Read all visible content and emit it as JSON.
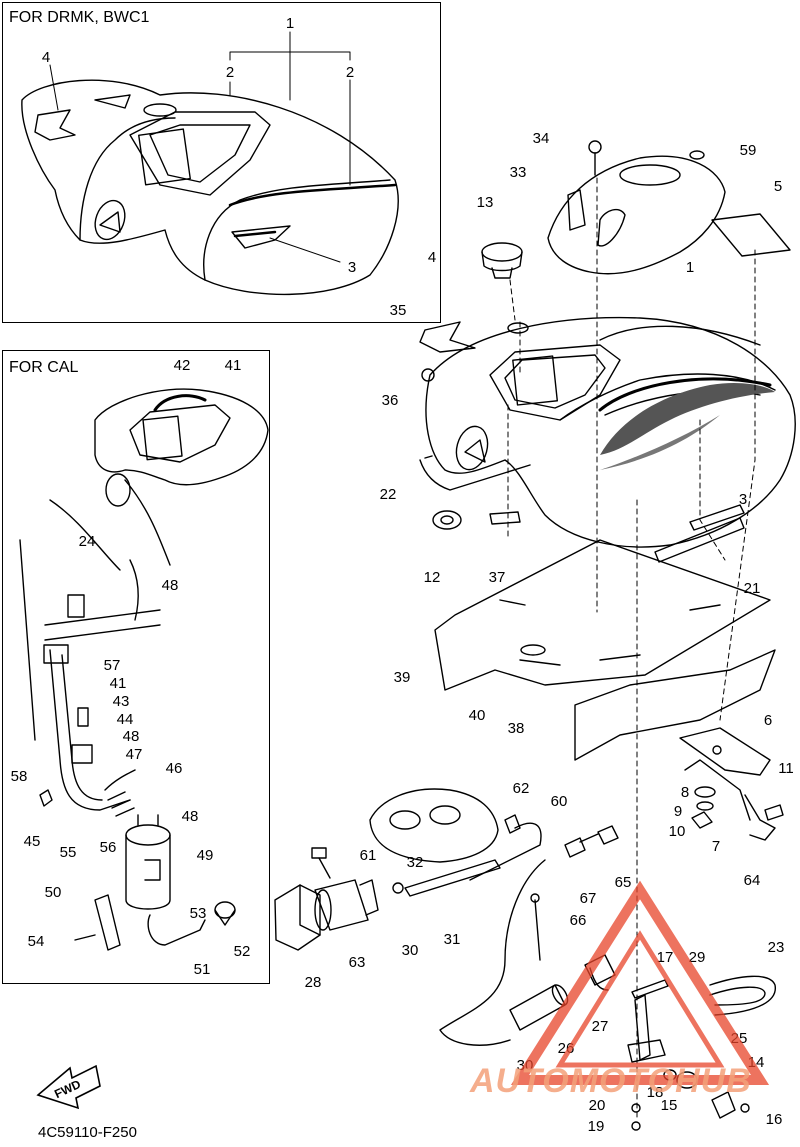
{
  "panels": {
    "drmk": "FOR DRMK, BWC1",
    "cal": "FOR CAL"
  },
  "fwd_label": "FWD",
  "footer_code": "4C59110-F250",
  "watermark": {
    "text": "AUTOMOTOHUB",
    "color": "#e8452a"
  },
  "callouts": [
    {
      "id": "c1",
      "text": "1"
    },
    {
      "id": "c2a",
      "text": "2"
    },
    {
      "id": "c2b",
      "text": "2"
    },
    {
      "id": "c4a",
      "text": "4"
    },
    {
      "id": "c3a",
      "text": "3"
    },
    {
      "id": "c34",
      "text": "34"
    },
    {
      "id": "c59",
      "text": "59"
    },
    {
      "id": "c33",
      "text": "33"
    },
    {
      "id": "c5",
      "text": "5"
    },
    {
      "id": "c13",
      "text": "13"
    },
    {
      "id": "c4b",
      "text": "4"
    },
    {
      "id": "c1b",
      "text": "1"
    },
    {
      "id": "c35",
      "text": "35"
    },
    {
      "id": "c36",
      "text": "36"
    },
    {
      "id": "c22",
      "text": "22"
    },
    {
      "id": "c3b",
      "text": "3"
    },
    {
      "id": "c12",
      "text": "12"
    },
    {
      "id": "c37",
      "text": "37"
    },
    {
      "id": "c21",
      "text": "21"
    },
    {
      "id": "c39",
      "text": "39"
    },
    {
      "id": "c40",
      "text": "40"
    },
    {
      "id": "c38",
      "text": "38"
    },
    {
      "id": "c6",
      "text": "6"
    },
    {
      "id": "c8",
      "text": "8"
    },
    {
      "id": "c11",
      "text": "11"
    },
    {
      "id": "c9",
      "text": "9"
    },
    {
      "id": "c10",
      "text": "10"
    },
    {
      "id": "c7",
      "text": "7"
    },
    {
      "id": "c64",
      "text": "64"
    },
    {
      "id": "c62",
      "text": "62"
    },
    {
      "id": "c60",
      "text": "60"
    },
    {
      "id": "c61",
      "text": "61"
    },
    {
      "id": "c32",
      "text": "32"
    },
    {
      "id": "c67",
      "text": "67"
    },
    {
      "id": "c65",
      "text": "65"
    },
    {
      "id": "c66",
      "text": "66"
    },
    {
      "id": "c28",
      "text": "28"
    },
    {
      "id": "c63",
      "text": "63"
    },
    {
      "id": "c30a",
      "text": "30"
    },
    {
      "id": "c31",
      "text": "31"
    },
    {
      "id": "c23",
      "text": "23"
    },
    {
      "id": "c17",
      "text": "17"
    },
    {
      "id": "c29",
      "text": "29"
    },
    {
      "id": "c27",
      "text": "27"
    },
    {
      "id": "c25",
      "text": "25"
    },
    {
      "id": "c26",
      "text": "26"
    },
    {
      "id": "c30b",
      "text": "30"
    },
    {
      "id": "c14",
      "text": "14"
    },
    {
      "id": "c18",
      "text": "18"
    },
    {
      "id": "c15",
      "text": "15"
    },
    {
      "id": "c20",
      "text": "20"
    },
    {
      "id": "c16",
      "text": "16"
    },
    {
      "id": "c19",
      "text": "19"
    },
    {
      "id": "c42",
      "text": "42"
    },
    {
      "id": "c41a",
      "text": "41"
    },
    {
      "id": "c24",
      "text": "24"
    },
    {
      "id": "c48a",
      "text": "48"
    },
    {
      "id": "c57",
      "text": "57"
    },
    {
      "id": "c41b",
      "text": "41"
    },
    {
      "id": "c43",
      "text": "43"
    },
    {
      "id": "c44",
      "text": "44"
    },
    {
      "id": "c48b",
      "text": "48"
    },
    {
      "id": "c47",
      "text": "47"
    },
    {
      "id": "c58",
      "text": "58"
    },
    {
      "id": "c46",
      "text": "46"
    },
    {
      "id": "c45",
      "text": "45"
    },
    {
      "id": "c55",
      "text": "55"
    },
    {
      "id": "c56",
      "text": "56"
    },
    {
      "id": "c48c",
      "text": "48"
    },
    {
      "id": "c49",
      "text": "49"
    },
    {
      "id": "c50",
      "text": "50"
    },
    {
      "id": "c53",
      "text": "53"
    },
    {
      "id": "c54",
      "text": "54"
    },
    {
      "id": "c52",
      "text": "52"
    },
    {
      "id": "c51",
      "text": "51"
    }
  ]
}
